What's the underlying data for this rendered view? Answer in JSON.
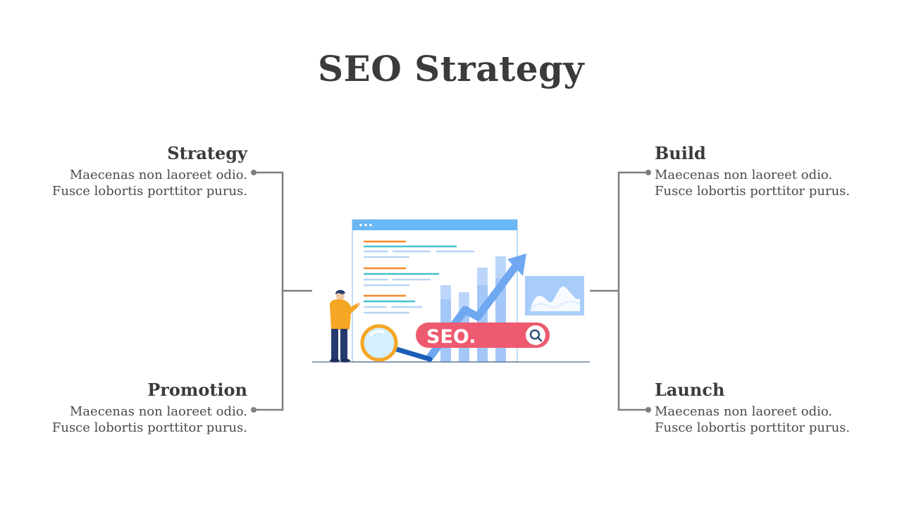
{
  "title": "SEO Strategy",
  "items": {
    "strategy": {
      "heading": "Strategy",
      "line1": "Maecenas non laoreet odio.",
      "line2": "Fusce lobortis porttitor purus."
    },
    "promotion": {
      "heading": "Promotion",
      "line1": "Maecenas non laoreet odio.",
      "line2": "Fusce lobortis porttitor purus."
    },
    "build": {
      "heading": "Build",
      "line1": "Maecenas non laoreet odio.",
      "line2": "Fusce lobortis porttitor purus."
    },
    "launch": {
      "heading": "Launch",
      "line1": "Maecenas non laoreet odio.",
      "line2": "Fusce lobortis porttitor purus."
    }
  },
  "illustration": {
    "badge_text": "SEO."
  },
  "colors": {
    "connector": "#7f7f7f",
    "badge": "#ee5a6f",
    "arrow": "#6fa8f0",
    "window": "#6ab7f5",
    "person_shirt": "#f5a623"
  }
}
